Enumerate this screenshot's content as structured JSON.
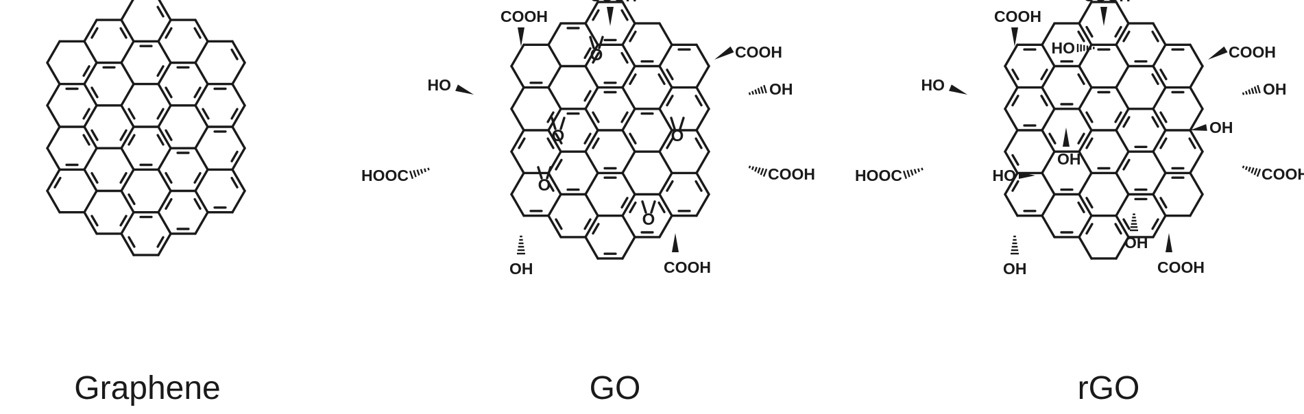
{
  "panels": [
    {
      "id": "graphene",
      "caption": "Graphene",
      "groups": []
    },
    {
      "id": "go",
      "caption": "GO",
      "groups": [
        {
          "label": "COOH",
          "kind": "carboxyl",
          "bond": "wedge"
        },
        {
          "label": "COOH",
          "kind": "carboxyl",
          "bond": "wedge"
        },
        {
          "label": "COOH",
          "kind": "carboxyl",
          "bond": "wedge"
        },
        {
          "label": "OH",
          "kind": "hydroxyl",
          "bond": "hash"
        },
        {
          "label": "HO",
          "kind": "hydroxyl",
          "bond": "wedge"
        },
        {
          "label": "HOOC",
          "kind": "carboxyl",
          "bond": "hash"
        },
        {
          "label": "COOH",
          "kind": "carboxyl",
          "bond": "hash"
        },
        {
          "label": "OH",
          "kind": "hydroxyl",
          "bond": "hash"
        },
        {
          "label": "COOH",
          "kind": "carboxyl",
          "bond": "wedge"
        },
        {
          "label": "O",
          "kind": "epoxide"
        },
        {
          "label": "O",
          "kind": "epoxide"
        },
        {
          "label": "O",
          "kind": "epoxide"
        },
        {
          "label": "O",
          "kind": "epoxide"
        },
        {
          "label": "O",
          "kind": "epoxide"
        }
      ]
    },
    {
      "id": "rgo",
      "caption": "rGO",
      "groups": [
        {
          "label": "COOH",
          "kind": "carboxyl",
          "bond": "wedge"
        },
        {
          "label": "COOH",
          "kind": "carboxyl",
          "bond": "wedge"
        },
        {
          "label": "COOH",
          "kind": "carboxyl",
          "bond": "wedge"
        },
        {
          "label": "OH",
          "kind": "hydroxyl",
          "bond": "hash"
        },
        {
          "label": "HO",
          "kind": "hydroxyl",
          "bond": "wedge"
        },
        {
          "label": "HOOC",
          "kind": "carboxyl",
          "bond": "hash"
        },
        {
          "label": "COOH",
          "kind": "carboxyl",
          "bond": "hash"
        },
        {
          "label": "OH",
          "kind": "hydroxyl",
          "bond": "hash"
        },
        {
          "label": "COOH",
          "kind": "carboxyl",
          "bond": "wedge"
        },
        {
          "label": "HO",
          "kind": "hydroxyl",
          "bond": "hash"
        },
        {
          "label": "OH",
          "kind": "hydroxyl",
          "bond": "wedge"
        },
        {
          "label": "OH",
          "kind": "hydroxyl",
          "bond": "wedge"
        },
        {
          "label": "HO",
          "kind": "hydroxyl",
          "bond": "wedge"
        },
        {
          "label": "OH",
          "kind": "hydroxyl",
          "bond": "hash"
        }
      ]
    }
  ]
}
